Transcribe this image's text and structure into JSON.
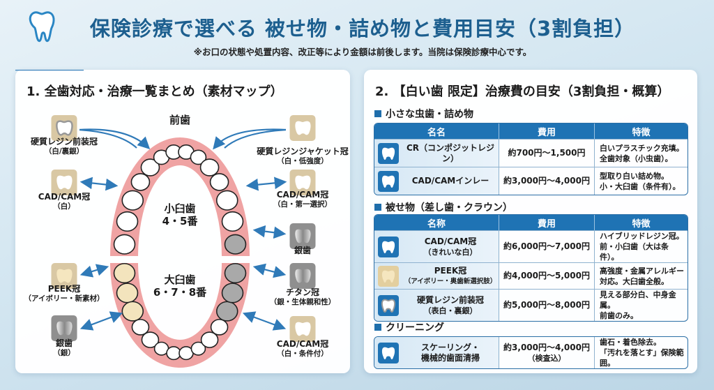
{
  "header": {
    "title": "保険診療で選べる 被せ物・詰め物と費用目安（3割負担）",
    "subtitle": "※お口の状態や処置内容、改正等により金額は前後します。当院は保険診療中心です。"
  },
  "left": {
    "title": "1. 全歯対応・治療一覧まとめ（素材マップ）",
    "front_label": "前歯",
    "premolar_label": "小臼歯",
    "premolar_num": "4・5番",
    "molar_label": "大臼歯",
    "molar_num": "6・7・8番",
    "materials": [
      {
        "name": "硬質レジン前装冠",
        "sub": "（白/裏銀）",
        "color": "white-silver"
      },
      {
        "name": "CAD/CAM冠",
        "sub": "（白）",
        "color": "white"
      },
      {
        "name": "PEEK冠",
        "sub": "（アイボリー・新素材）",
        "color": "ivory"
      },
      {
        "name": "銀歯",
        "sub": "（銀）",
        "color": "silver"
      },
      {
        "name": "硬質レジンジャケット冠",
        "sub": "（白・低強度）",
        "color": "white"
      },
      {
        "name": "CAD/CAM冠",
        "sub": "（白・第一選択）",
        "color": "white"
      },
      {
        "name": "銀歯",
        "sub": "",
        "color": "silver"
      },
      {
        "name": "チタン冠",
        "sub": "（銀・生体親和性）",
        "color": "silver"
      },
      {
        "name": "CAD/CAM冠",
        "sub": "（白・条件付）",
        "color": "white"
      }
    ]
  },
  "right": {
    "title": "2. 【白い歯 限定】治療費の目安（3割負担・概算）",
    "sections": [
      {
        "heading": "小さな虫歯・詰め物",
        "columns": [
          "名名",
          "費用",
          "特徴"
        ],
        "rows": [
          {
            "name": "CR（コンポジットレジン）",
            "sub": "",
            "cost": "約700円～1,500円",
            "cost_sub": "",
            "feature1": "白いプラスチック充填。",
            "feature2": "全歯対象（小虫歯）。"
          },
          {
            "name": "CAD/CAMインレー",
            "sub": "",
            "cost": "約3,000円～4,000円",
            "cost_sub": "",
            "feature1": "型取り白い詰め物。",
            "feature2": "小・大臼歯（条件有）。"
          }
        ]
      },
      {
        "heading": "被せ物（差し歯・クラウン）",
        "columns": [
          "名称",
          "費用",
          "特徴"
        ],
        "rows": [
          {
            "name": "CAD/CAM冠",
            "sub": "（きれいな白）",
            "cost": "約6,000円～7,000円",
            "cost_sub": "",
            "feature1": "ハイブリッドレジン冠。",
            "feature2": "前・小臼歯（大は条件）。"
          },
          {
            "name": "PEEK冠",
            "sub": "（アイボリー・奥歯新選択肢）",
            "cost": "約4,000円～5,000円",
            "cost_sub": "",
            "feature1": "高強度・金属アレルギー",
            "feature2": "対応。大臼歯全般。"
          },
          {
            "name": "硬質レジン前装冠",
            "sub": "（表白・裏銀）",
            "cost": "約5,000円～8,000円",
            "cost_sub": "",
            "feature1": "見える部分白、中身金属。",
            "feature2": "前歯のみ。"
          }
        ]
      },
      {
        "heading": "クリーニング",
        "rows": [
          {
            "name": "スケーリング・",
            "sub": "機械的歯面清掃",
            "cost": "約3,000円～4,000円",
            "cost_sub": "（検査込）",
            "feature1": "歯石・着色除去。",
            "feature2": "「汚れを落とす」保険範囲。"
          }
        ]
      }
    ]
  },
  "colors": {
    "accent": "#1f73b4",
    "title": "#1d5f8f",
    "gum": "#efa3a3",
    "ivory": "#f3e4bd",
    "silver": "#9a9a9a"
  }
}
